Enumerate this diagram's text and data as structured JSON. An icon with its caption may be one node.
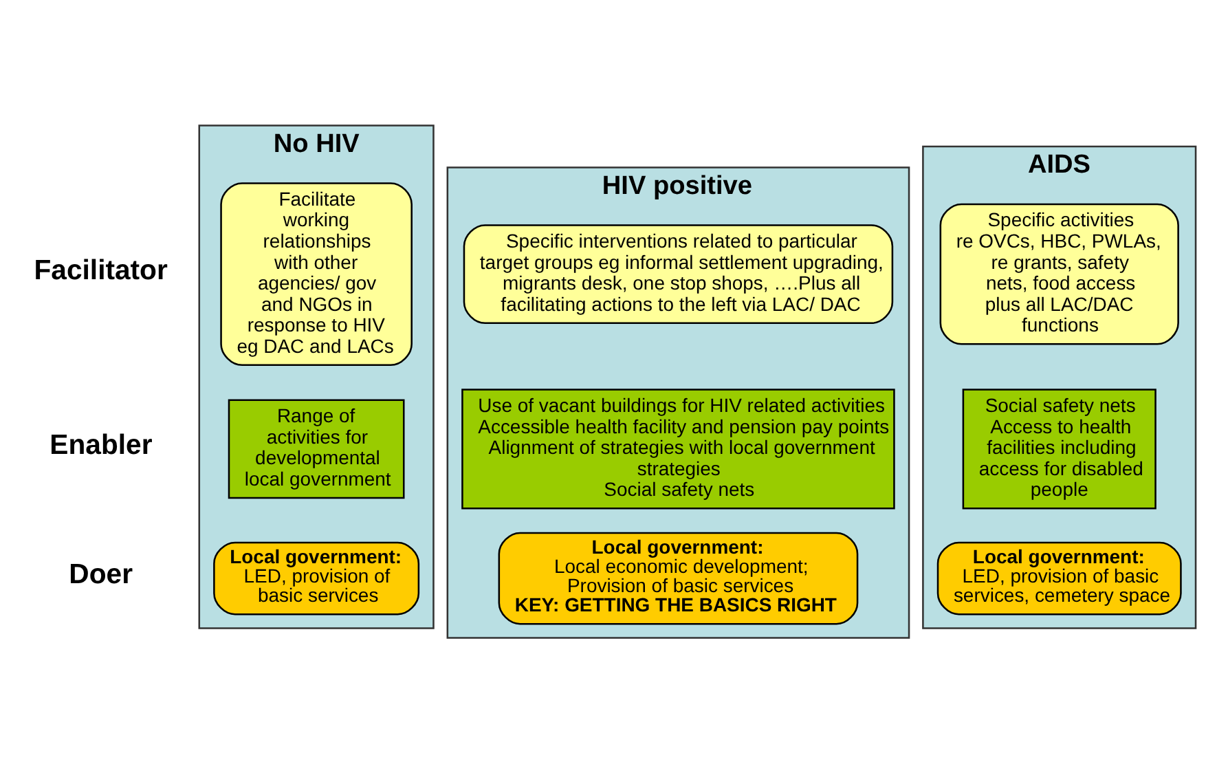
{
  "diagram": {
    "nodes": [
      {
        "text": [
          "No HIV"
        ]
      },
      {
        "text": [
          "Facilitate working relationships with other agencies/ gov and NGOs in response to HIV eg DAC and LACs"
        ],
        "in": 0
      },
      {
        "text": [
          "Range of activities for developmental local government"
        ],
        "in": 0
      },
      {
        "text": [
          "Local government:",
          "LED, provision of basic services"
        ],
        "in": 0
      },
      {
        "text": [
          "HIV positive"
        ]
      },
      {
        "text": [
          "Specific interventions related to particular target groups eg informal settlement upgrading, migrants desk, one stop shops, ….Plus all facilitating actions to the left via LAC/ DAC"
        ],
        "in": 4
      },
      {
        "text": [
          "Use of vacant buildings for HIV related activities",
          "Accessible health facility and pension pay points",
          "Alignment of strategies with local government strategies",
          "Social safety nets"
        ],
        "in": 4
      },
      {
        "text": [
          "Local government:",
          "Local economic development;",
          "Provision of basic services",
          "KEY: GETTING THE BASICS RIGHT"
        ],
        "in": 4
      },
      {
        "text": [
          "AIDS"
        ]
      },
      {
        "text": [
          "Specific activities re OVCs, HBC, PWLAs, re grants, safety nets, food access plus all LAC/DAC functions"
        ],
        "in": 8
      },
      {
        "text": [
          "Social safety nets",
          "Access to health facilities including access for disabled people"
        ],
        "in": 8
      },
      {
        "text": [
          "Local government:",
          "LED, provision of basic services, cemetery space"
        ],
        "in": 8
      }
    ],
    "labels": [
      "Facilitator",
      "Enabler",
      "Doer"
    ]
  }
}
